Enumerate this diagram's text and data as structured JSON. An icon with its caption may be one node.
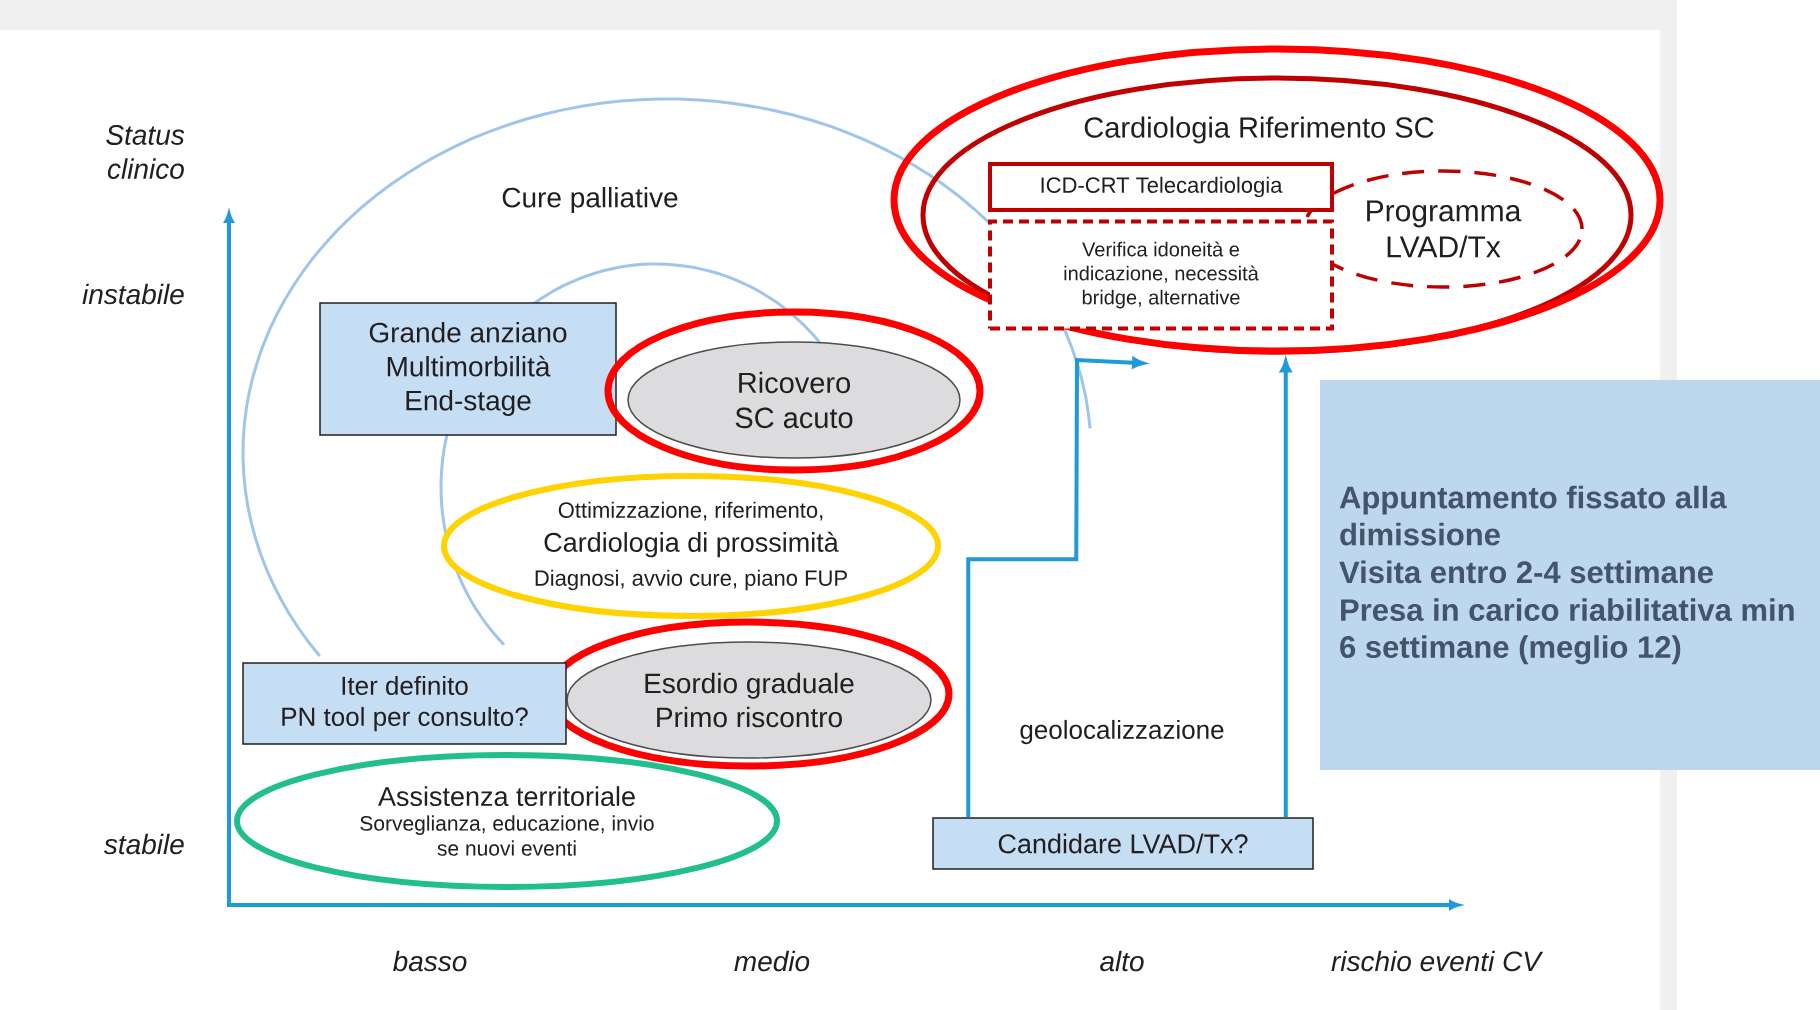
{
  "diagram": {
    "nodes": [
      {
        "text": [
          "Cardiologia Riferimento SC"
        ]
      },
      {
        "text": [
          "ICD-CRT Telecardiologia"
        ],
        "in": 0
      },
      {
        "text": [
          "Verifica idoneità e indicazione, necessità bridge, alternative"
        ],
        "in": 0
      },
      {
        "text": [
          "Programma LVAD/Tx"
        ],
        "in": 0
      },
      {
        "text": [
          "Grande anziano",
          "Multimorbilità",
          "End-stage"
        ]
      },
      {
        "text": [
          "Ricovero SC acuto"
        ]
      },
      {
        "text": [
          "Appuntamento fissato alla dimissione",
          "Visita entro 2-4 settimane",
          "Presa in carico riabilitativa min 6 settimane (meglio 12)"
        ]
      },
      {
        "text": [
          "Ottimizzazione, riferimento,",
          "Cardiologia di prossimità",
          "Diagnosi, avvio cure, piano FUP"
        ]
      },
      {
        "text": [
          "Iter definito",
          "PN tool per consulto?"
        ]
      },
      {
        "text": [
          "Esordio graduale",
          "Primo riscontro"
        ]
      },
      {
        "text": [
          "Assistenza territoriale",
          "Sorveglianza, educazione, invio se nuovi eventi"
        ]
      },
      {
        "text": [
          "Candidare LVAD/Tx?"
        ]
      }
    ],
    "edges": [
      {
        "from": 11,
        "to": 0,
        "arrow": "to"
      },
      {
        "from": 11,
        "to": 0,
        "arrow": "to"
      }
    ],
    "labels": [
      "Status clinico",
      "Cure palliative",
      "instabile",
      "geolocalizzazione",
      "stabile",
      "basso",
      "medio",
      "alto",
      "rischio eventi CV"
    ]
  }
}
